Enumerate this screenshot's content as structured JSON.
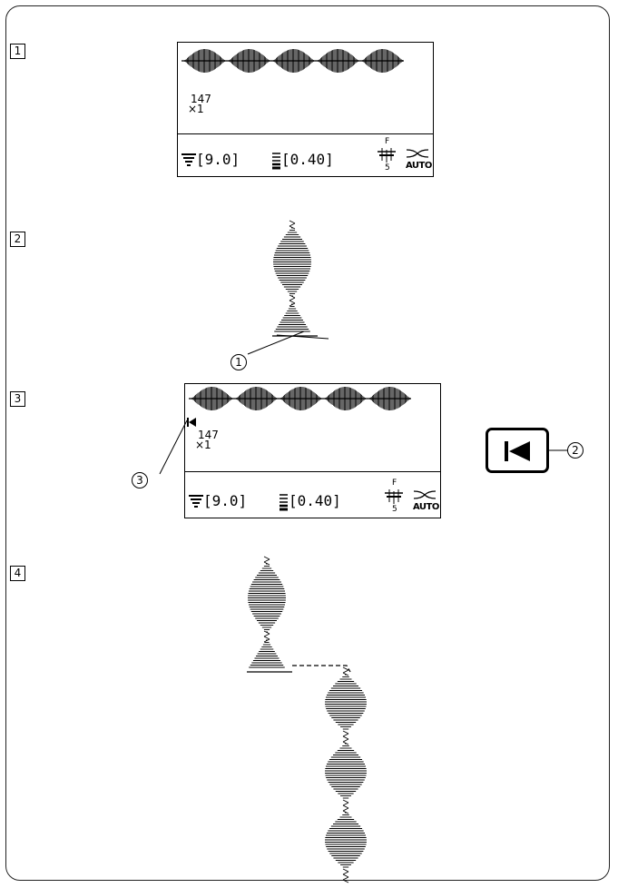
{
  "steps": [
    "1",
    "2",
    "3",
    "4"
  ],
  "lcd": {
    "pattern_number": "147",
    "repeat": "×1",
    "width_value": "[9.0]",
    "length_value": "[0.40]",
    "foot_letter": "F",
    "foot_number": "5",
    "auto_label": "AUTO"
  },
  "callouts": [
    "1",
    "2",
    "3"
  ],
  "icons": [
    "width-icon",
    "length-icon",
    "presser-foot-icon",
    "thread-tension-icon",
    "restart-pattern-icon"
  ]
}
